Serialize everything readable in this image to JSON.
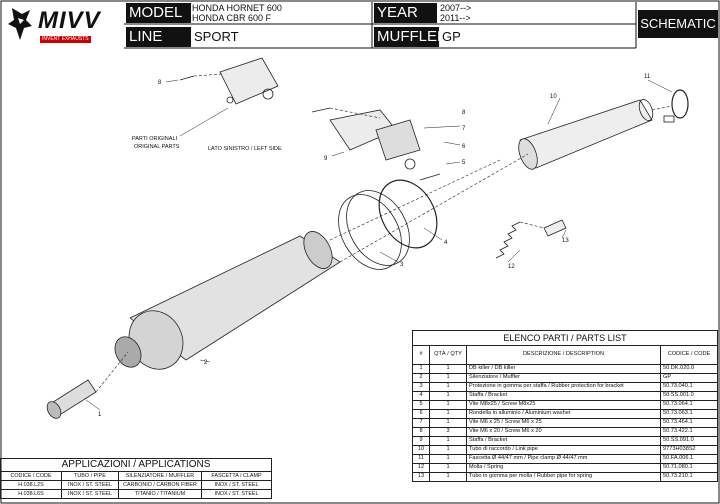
{
  "brand": {
    "name": "MIVV",
    "tagline": "INVENT EXHAUSTS"
  },
  "header": {
    "model_label": "MODEL",
    "model_values": [
      "HONDA HORNET 600",
      "HONDA CBR 600 F"
    ],
    "year_label": "YEAR",
    "year_values": [
      "2007-->",
      "2011-->"
    ],
    "line_label": "LINE",
    "line_value": "SPORT",
    "muffler_label": "MUFFLER",
    "muffler_value": "GP",
    "schematic": "SCHEMATIC"
  },
  "diagram": {
    "note_original_parts": [
      "PARTI ORIGINALI",
      "ORIGINAL PARTS"
    ],
    "note_left_side": "LATO SINISTRO / LEFT SIDE",
    "callouts": [
      "1",
      "2",
      "3",
      "4",
      "5",
      "6",
      "7",
      "8",
      "8",
      "9",
      "10",
      "11",
      "12",
      "13"
    ]
  },
  "parts_list": {
    "title": "ELENCO PARTI / PARTS LIST",
    "headers": [
      "#",
      "QTÀ / QTY",
      "DESCRIZIONE / DESCRIPTION",
      "CODICE / CODE"
    ],
    "rows": [
      [
        "1",
        "1",
        "DB killer / DB killer",
        "50.DK.020.0"
      ],
      [
        "2",
        "1",
        "Silenziatore / Muffler",
        "GP"
      ],
      [
        "3",
        "1",
        "Protezione in gomma per staffa / Rubber protection for bracket",
        "50.73.040.1"
      ],
      [
        "4",
        "1",
        "Staffa / Bracket",
        "50.SS.001.0"
      ],
      [
        "5",
        "1",
        "Vite M8x25 / Screw M8x25",
        "50.73.064.1"
      ],
      [
        "6",
        "1",
        "Rondella in alluminio / Aluminium washer",
        "50.73.063.1"
      ],
      [
        "7",
        "1",
        "Vite M6 x 25 / Screw M6 x 25",
        "50.73.464.1"
      ],
      [
        "8",
        "3",
        "Vite M6 x 20 / Screw M6 x 20",
        "50.73.422.1"
      ],
      [
        "9",
        "1",
        "Staffa / Bracket",
        "50.SS.091.0"
      ],
      [
        "10",
        "1",
        "Tubo di raccordo / Link pipe",
        "9773H038S2"
      ],
      [
        "11",
        "1",
        "Fascetta Ø 44/47 mm / Pipe clamp Ø 44/47 mm",
        "50.FA.006.1"
      ],
      [
        "12",
        "1",
        "Molla / Spring",
        "50.71.080.1"
      ],
      [
        "13",
        "1",
        "Tubo in gomma per molla / Rubber pipe for spring",
        "50.73.210.1"
      ]
    ]
  },
  "applications": {
    "title": "APPLICAZIONI / APPLICATIONS",
    "headers": [
      "CODICE / CODE",
      "TUBO / PIPE",
      "SILENZIATORE / MUFFLER",
      "FASCETTA / CLAMP"
    ],
    "rows": [
      [
        "H.038.L2S",
        "INOX / ST. STEEL",
        "CARBONIO / CARBON FIBER",
        "INOX / ST. STEEL"
      ],
      [
        "H.038.L6S",
        "INOX / ST. STEEL",
        "TITANIO / TITANIUM",
        "INOX / ST. STEEL"
      ]
    ]
  }
}
